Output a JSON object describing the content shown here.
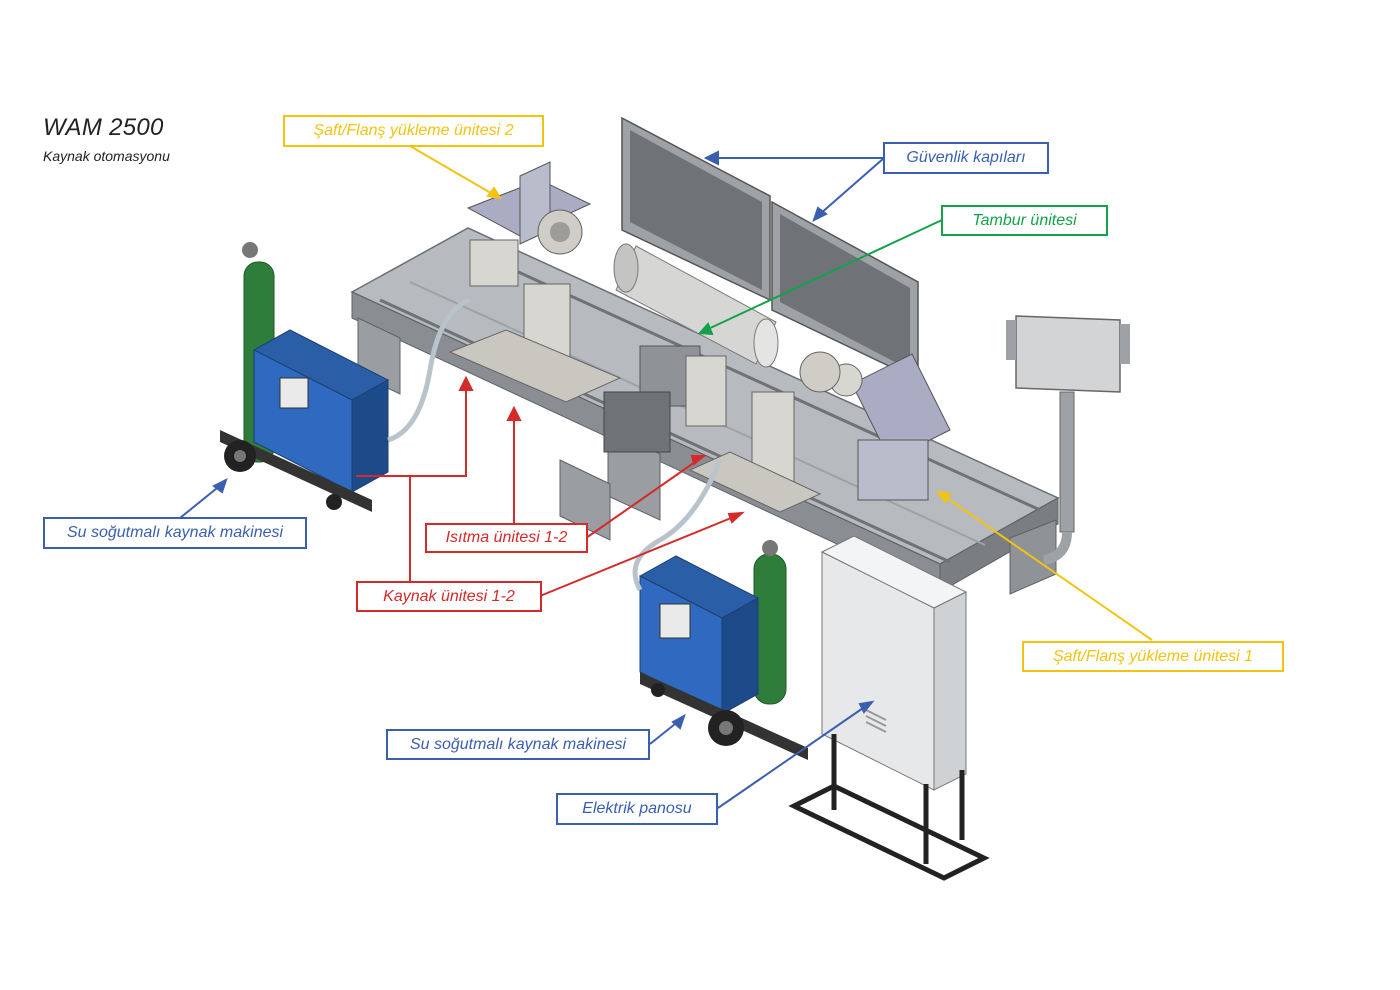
{
  "title": "WAM 2500",
  "subtitle": "Kaynak otomasyonu",
  "colors": {
    "yellow": "#f2c311",
    "blue": "#3a5fb0",
    "green": "#12a24a",
    "red": "#d42a2a",
    "frame": "#8a8e93",
    "welder": "#2a5fa8",
    "cylinder": "#2f7d3b",
    "panel": "#e9ecee"
  },
  "labels": {
    "shaft_loader_2": "Şaft/Flanş yükleme ünitesi 2",
    "safety_doors": "Güvenlik kapıları",
    "drum_unit": "Tambur ünitesi",
    "water_welder_left": "Su soğutmalı kaynak makinesi",
    "heating_unit": "Isıtma ünitesi 1-2",
    "welding_unit": "Kaynak ünitesi 1-2",
    "shaft_loader_1": "Şaft/Flanş yükleme ünitesi 1",
    "water_welder_bottom": "Su soğutmalı kaynak makinesi",
    "electric_panel": "Elektrik panosu"
  }
}
